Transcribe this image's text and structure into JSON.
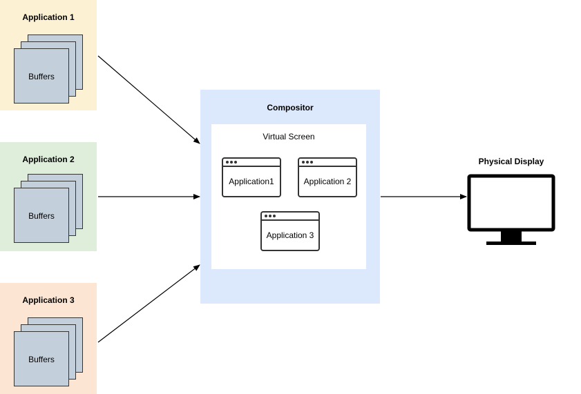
{
  "applications": [
    {
      "title": "Application 1",
      "buffers_label": "Buffers",
      "color": "#fdf1d3"
    },
    {
      "title": "Application 2",
      "buffers_label": "Buffers",
      "color": "#dfeedb"
    },
    {
      "title": "Application 3",
      "buffers_label": "Buffers",
      "color": "#fce6d3"
    }
  ],
  "compositor": {
    "title": "Compositor",
    "color": "#dce8fb",
    "virtual_screen": {
      "title": "Virtual Screen",
      "windows": [
        "Application1",
        "Application 2",
        "Application 3"
      ]
    }
  },
  "physical_display": {
    "title": "Physical Display"
  }
}
